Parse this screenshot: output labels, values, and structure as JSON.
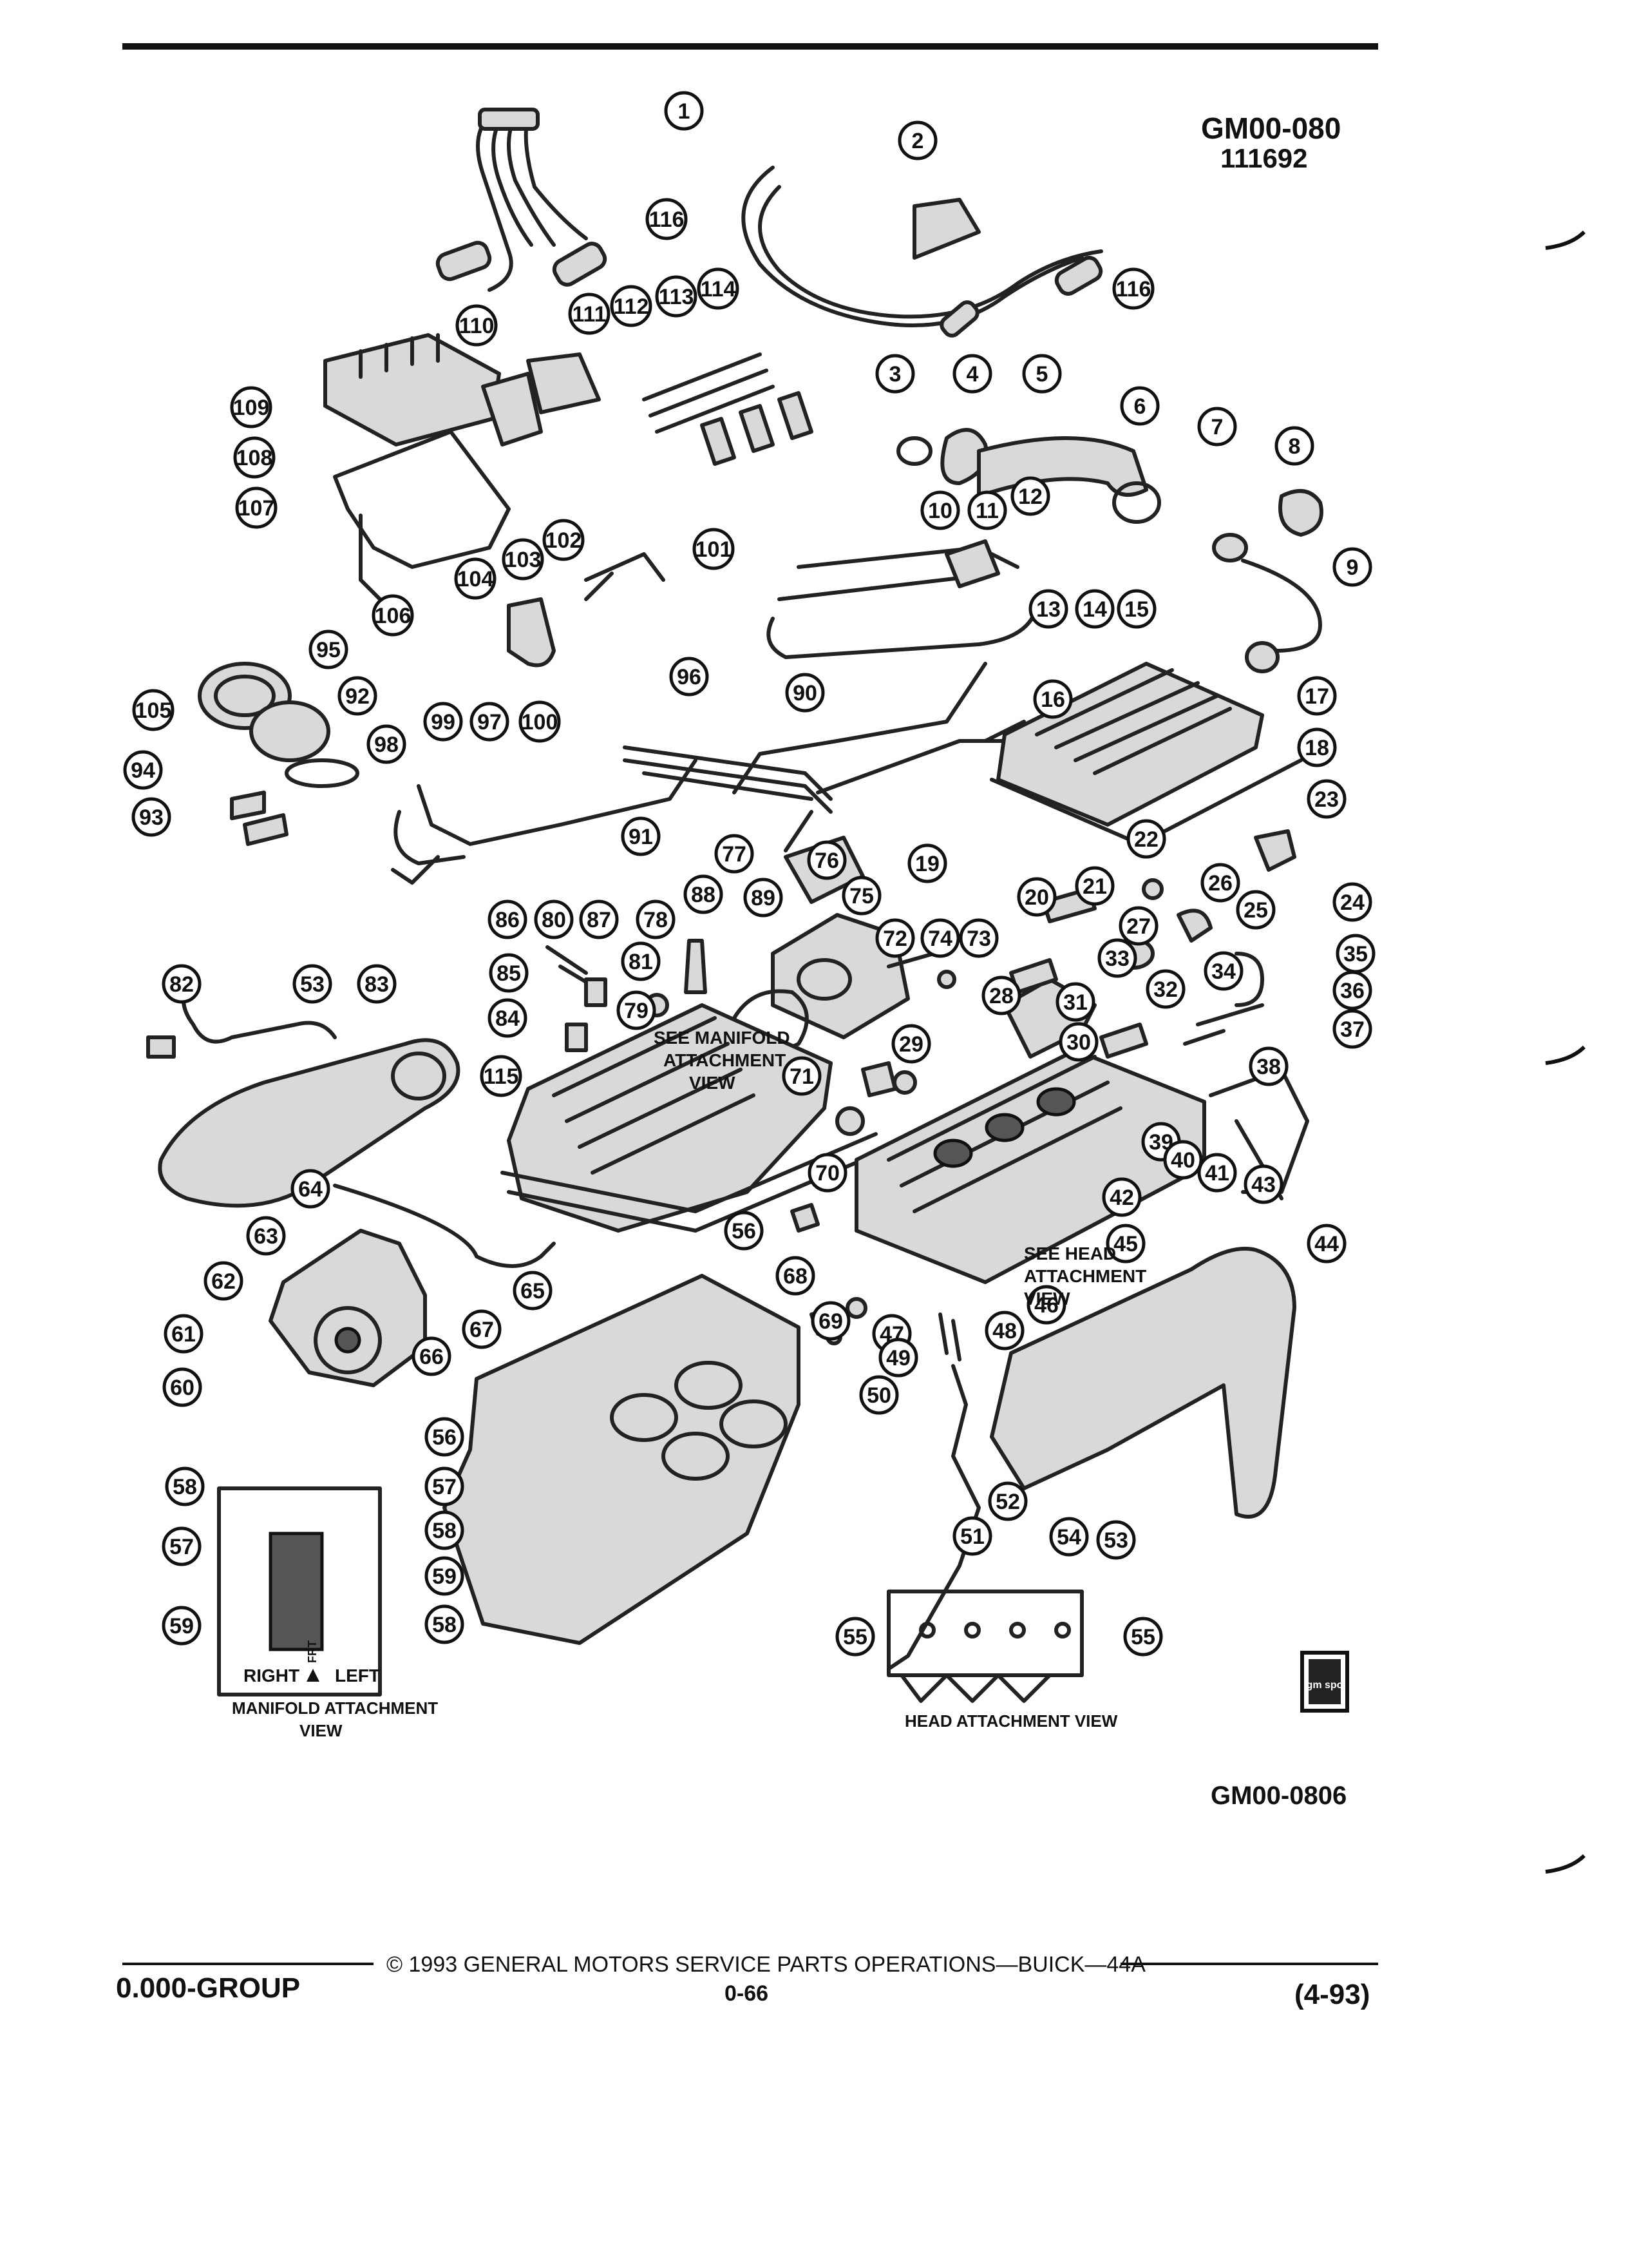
{
  "header": {
    "diagram_code": "GM00-080",
    "date_code": "111692"
  },
  "figure": {
    "figure_number": "GM00-0806",
    "callouts": [
      {
        "n": "1"
      },
      {
        "n": "2"
      },
      {
        "n": "116"
      },
      {
        "n": "116"
      },
      {
        "n": "110"
      },
      {
        "n": "111"
      },
      {
        "n": "112"
      },
      {
        "n": "113"
      },
      {
        "n": "114"
      },
      {
        "n": "109"
      },
      {
        "n": "108"
      },
      {
        "n": "107"
      },
      {
        "n": "106"
      },
      {
        "n": "104"
      },
      {
        "n": "103"
      },
      {
        "n": "102"
      },
      {
        "n": "101"
      },
      {
        "n": "3"
      },
      {
        "n": "4"
      },
      {
        "n": "5"
      },
      {
        "n": "6"
      },
      {
        "n": "7"
      },
      {
        "n": "8"
      },
      {
        "n": "9"
      },
      {
        "n": "10"
      },
      {
        "n": "11"
      },
      {
        "n": "12"
      },
      {
        "n": "13"
      },
      {
        "n": "14"
      },
      {
        "n": "15"
      },
      {
        "n": "16"
      },
      {
        "n": "17"
      },
      {
        "n": "18"
      },
      {
        "n": "19"
      },
      {
        "n": "23"
      },
      {
        "n": "24"
      },
      {
        "n": "105"
      },
      {
        "n": "95"
      },
      {
        "n": "92"
      },
      {
        "n": "94"
      },
      {
        "n": "93"
      },
      {
        "n": "98"
      },
      {
        "n": "99"
      },
      {
        "n": "97"
      },
      {
        "n": "100"
      },
      {
        "n": "96"
      },
      {
        "n": "91"
      },
      {
        "n": "90"
      },
      {
        "n": "22"
      },
      {
        "n": "21"
      },
      {
        "n": "20"
      },
      {
        "n": "26"
      },
      {
        "n": "25"
      },
      {
        "n": "27"
      },
      {
        "n": "33"
      },
      {
        "n": "32"
      },
      {
        "n": "35"
      },
      {
        "n": "34"
      },
      {
        "n": "36"
      },
      {
        "n": "37"
      },
      {
        "n": "31"
      },
      {
        "n": "28"
      },
      {
        "n": "30"
      },
      {
        "n": "29"
      },
      {
        "n": "77"
      },
      {
        "n": "76"
      },
      {
        "n": "89"
      },
      {
        "n": "88"
      },
      {
        "n": "75"
      },
      {
        "n": "86"
      },
      {
        "n": "80"
      },
      {
        "n": "87"
      },
      {
        "n": "78"
      },
      {
        "n": "72"
      },
      {
        "n": "74"
      },
      {
        "n": "73"
      },
      {
        "n": "85"
      },
      {
        "n": "81"
      },
      {
        "n": "84"
      },
      {
        "n": "79"
      },
      {
        "n": "71"
      },
      {
        "n": "115"
      },
      {
        "n": "70"
      },
      {
        "n": "82"
      },
      {
        "n": "53"
      },
      {
        "n": "83"
      },
      {
        "n": "38"
      },
      {
        "n": "39"
      },
      {
        "n": "40"
      },
      {
        "n": "41"
      },
      {
        "n": "43"
      },
      {
        "n": "44"
      },
      {
        "n": "42"
      },
      {
        "n": "45"
      },
      {
        "n": "46"
      },
      {
        "n": "47"
      },
      {
        "n": "48"
      },
      {
        "n": "49"
      },
      {
        "n": "50"
      },
      {
        "n": "69"
      },
      {
        "n": "68"
      },
      {
        "n": "56"
      },
      {
        "n": "64"
      },
      {
        "n": "65"
      },
      {
        "n": "63"
      },
      {
        "n": "62"
      },
      {
        "n": "61"
      },
      {
        "n": "66"
      },
      {
        "n": "67"
      },
      {
        "n": "60"
      },
      {
        "n": "56"
      },
      {
        "n": "58"
      },
      {
        "n": "57"
      },
      {
        "n": "57"
      },
      {
        "n": "58"
      },
      {
        "n": "59"
      },
      {
        "n": "59"
      },
      {
        "n": "58"
      },
      {
        "n": "52"
      },
      {
        "n": "51"
      },
      {
        "n": "54"
      },
      {
        "n": "53"
      },
      {
        "n": "55"
      },
      {
        "n": "55"
      }
    ],
    "notes": {
      "see_manifold": [
        "SEE MANIFOLD",
        "ATTACHMENT",
        "VIEW"
      ],
      "see_head": [
        "SEE HEAD",
        "ATTACHMENT",
        "VIEW"
      ]
    },
    "manifold_view": {
      "right_label": "RIGHT",
      "frt_label": "FRT",
      "left_label": "LEFT",
      "caption_line1": "MANIFOLD ATTACHMENT",
      "caption_line2": "VIEW"
    },
    "head_view": {
      "caption": "HEAD ATTACHMENT VIEW"
    },
    "logo_text": "gm spo"
  },
  "footer": {
    "group": "0.000-GROUP",
    "copyright": "© 1993 GENERAL MOTORS SERVICE PARTS OPERATIONS—BUICK—44A",
    "page": "0-66",
    "revision": "(4-93)"
  }
}
